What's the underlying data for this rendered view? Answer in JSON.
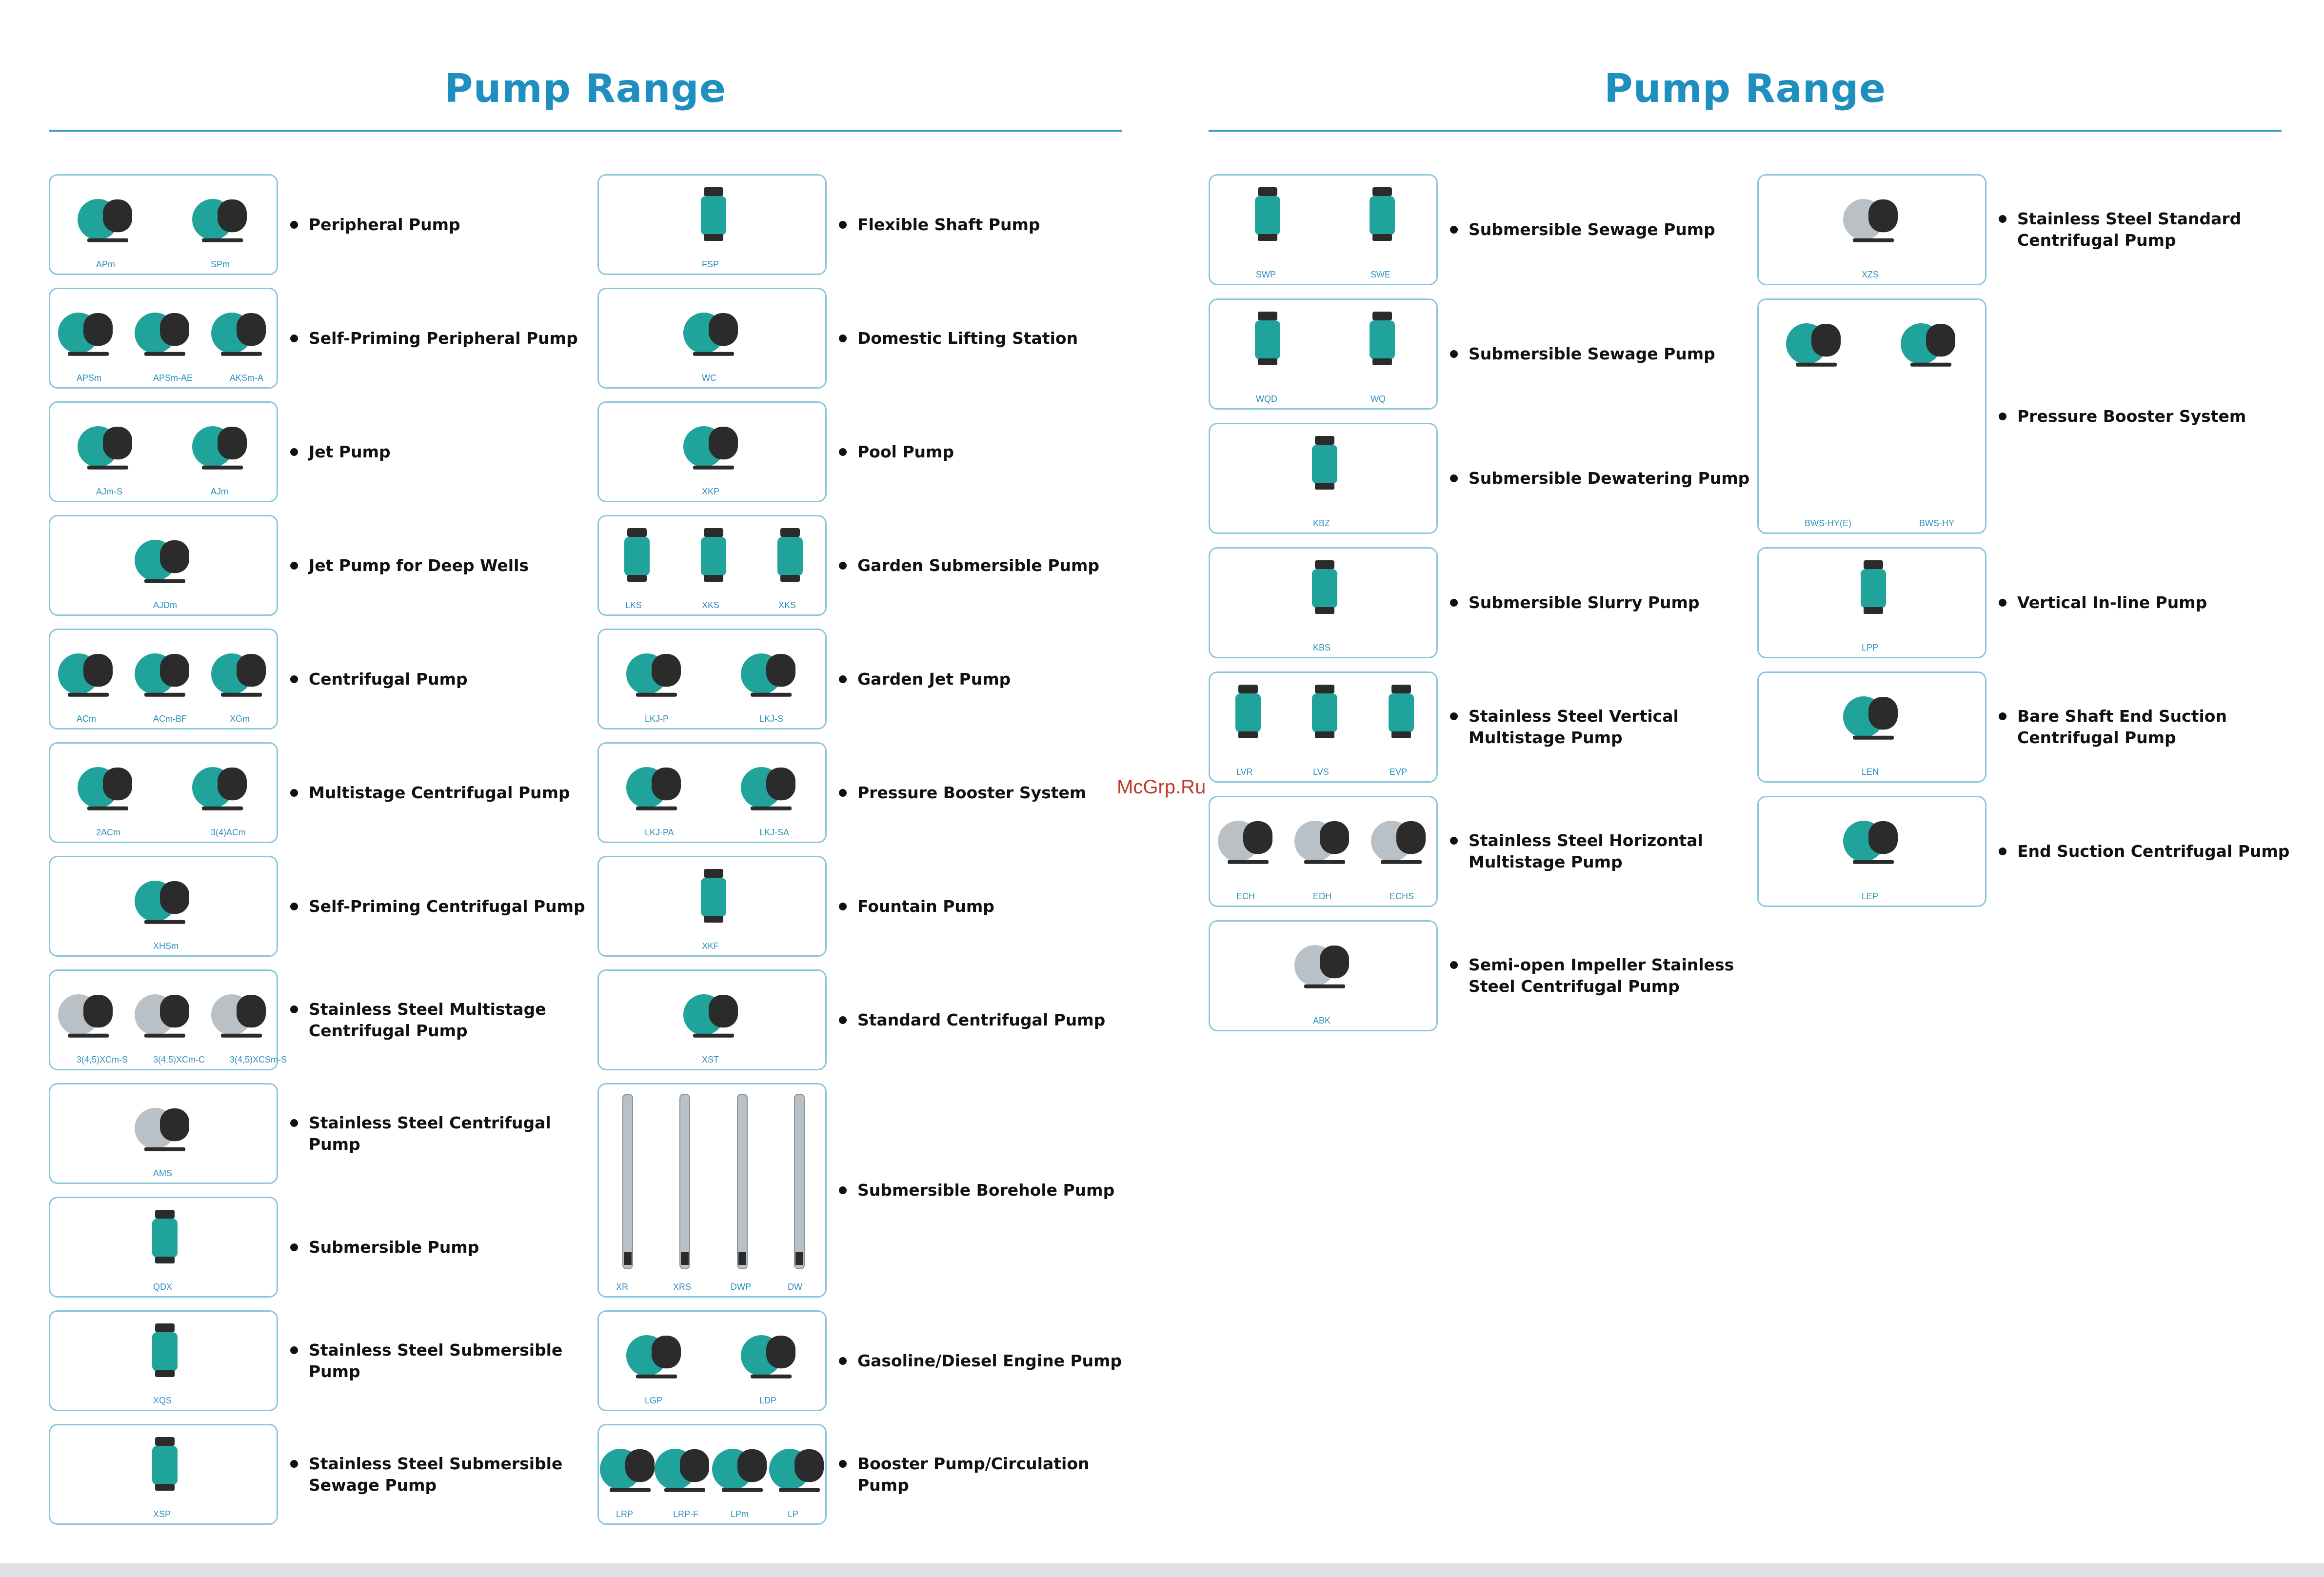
{
  "watermark": "McGrp.Ru",
  "colors": {
    "title": "#1f8fbf",
    "rule": "#3b9bc8",
    "card_border": "#8cc6dc",
    "pump_teal": "#1fa39a",
    "pump_dark": "#2b2b2b",
    "steel": "#b9c1c7"
  },
  "pages": [
    {
      "title": "Pump Range",
      "columns": [
        [
          {
            "label": "Peripheral Pump",
            "codes": [
              "APm",
              "SPm"
            ]
          },
          {
            "label": "Self-Priming Peripheral Pump",
            "codes": [
              "APSm",
              "APSm-AE",
              "AKSm-A"
            ]
          },
          {
            "label": "Jet Pump",
            "codes": [
              "AJm-S",
              "AJm"
            ]
          },
          {
            "label": "Jet Pump for Deep Wells",
            "codes": [
              "AJDm"
            ]
          },
          {
            "label": "Centrifugal Pump",
            "codes": [
              "ACm",
              "ACm-BF",
              "XGm"
            ]
          },
          {
            "label": "Multistage Centrifugal Pump",
            "codes": [
              "2ACm",
              "3(4)ACm"
            ]
          },
          {
            "label": "Self-Priming Centrifugal Pump",
            "codes": [
              "XHSm"
            ]
          },
          {
            "label": "Stainless Steel Multistage Centrifugal Pump",
            "codes": [
              "3(4,5)XCm-S",
              "3(4,5)XCm-C",
              "3(4,5)XCSm-S"
            ]
          },
          {
            "label": "Stainless Steel Centrifugal Pump",
            "codes": [
              "AMS"
            ]
          },
          {
            "label": "Submersible Pump",
            "codes": [
              "QDX"
            ]
          },
          {
            "label": "Stainless Steel Submersible Pump",
            "codes": [
              "XQS"
            ]
          },
          {
            "label": "Stainless Steel Submersible Sewage Pump",
            "codes": [
              "XSP"
            ]
          }
        ],
        [
          {
            "label": "Flexible Shaft Pump",
            "codes": [
              "FSP"
            ]
          },
          {
            "label": "Domestic Lifting Station",
            "codes": [
              "WC"
            ]
          },
          {
            "label": "Pool Pump",
            "codes": [
              "XKP"
            ]
          },
          {
            "label": "Garden Submersible Pump",
            "codes": [
              "LKS",
              "XKS",
              "XKS"
            ]
          },
          {
            "label": "Garden Jet Pump",
            "codes": [
              "LKJ-P",
              "LKJ-S"
            ]
          },
          {
            "label": "Pressure Booster System",
            "codes": [
              "LKJ-PA",
              "LKJ-SA"
            ]
          },
          {
            "label": "Fountain Pump",
            "codes": [
              "XKF"
            ]
          },
          {
            "label": "Standard Centrifugal Pump",
            "codes": [
              "XST"
            ]
          },
          {
            "label": "Submersible Borehole Pump",
            "codes": [
              "XR",
              "XRS",
              "DWP",
              "DW"
            ]
          },
          {
            "label": "Gasoline/Diesel Engine Pump",
            "codes": [
              "LGP",
              "LDP"
            ]
          },
          {
            "label": "Booster Pump/Circulation Pump",
            "codes": [
              "LRP",
              "LRP-F",
              "LPm",
              "LP"
            ]
          }
        ]
      ]
    },
    {
      "title": "Pump Range",
      "columns": [
        [
          {
            "label": "Submersible Sewage Pump",
            "codes": [
              "SWP",
              "SWE"
            ]
          },
          {
            "label": "Submersible Sewage Pump",
            "codes": [
              "WQD",
              "WQ"
            ]
          },
          {
            "label": "Submersible Dewatering Pump",
            "codes": [
              "KBZ"
            ]
          },
          {
            "label": "Submersible Slurry Pump",
            "codes": [
              "KBS"
            ]
          },
          {
            "label": "Stainless Steel Vertical Multistage Pump",
            "codes": [
              "LVR",
              "LVS",
              "EVP"
            ]
          },
          {
            "label": "Stainless Steel Horizontal Multistage Pump",
            "codes": [
              "ECH",
              "EDH",
              "ECHS"
            ]
          },
          {
            "label": "Semi-open Impeller Stainless Steel Centrifugal Pump",
            "codes": [
              "ABK"
            ]
          }
        ],
        [
          {
            "label": "Stainless Steel Standard Centrifugal Pump",
            "codes": [
              "XZS"
            ]
          },
          {
            "label": "Pressure Booster System",
            "codes": [
              "BWS-HY(E)",
              "BWS-HY"
            ]
          },
          {
            "label": "Vertical In-line Pump",
            "codes": [
              "LPP"
            ]
          },
          {
            "label": "Bare Shaft End Suction Centrifugal Pump",
            "codes": [
              "LEN"
            ]
          },
          {
            "label": "End Suction Centrifugal Pump",
            "codes": [
              "LEP"
            ]
          }
        ]
      ]
    }
  ]
}
